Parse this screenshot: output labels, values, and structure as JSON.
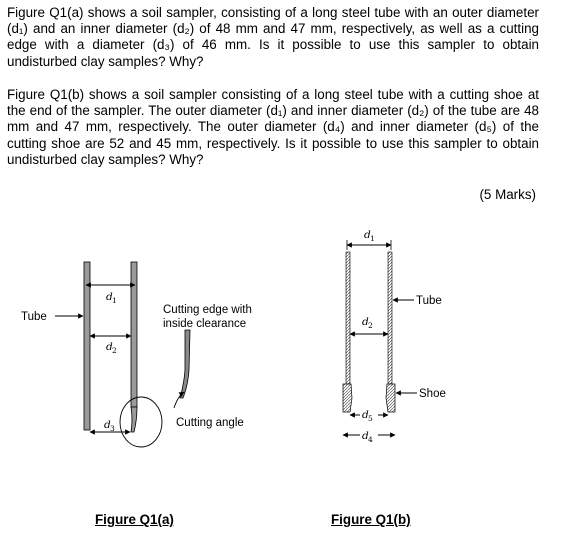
{
  "question": {
    "paragraph_1": "Figure Q1(a) shows a soil sampler, consisting of a long steel tube with an outer diameter (d₁) and an inner diameter (d₂) of 48 mm and 47 mm, respectively, as well as a cutting edge with a diameter (d₃) of 46 mm. Is it possible to use this sampler to obtain undisturbed clay samples? Why?",
    "paragraph_2": "Figure Q1(b) shows a soil sampler consisting of a long steel tube with a cutting shoe at the end of the sampler. The outer diameter (d₁) and inner diameter (d₂) of the tube are 48 mm and 47 mm, respectively. The outer diameter (d₄) and inner diameter (d₅) of the cutting shoe are 52 and 45 mm, respectively. Is it possible to use this sampler to obtain undisturbed clay samples? Why?",
    "marks": "(5 Marks)"
  },
  "figure_a": {
    "caption": "Figure Q1(a)",
    "tube_label": "Tube",
    "cutting_edge_label_line1": "Cutting edge with",
    "cutting_edge_label_line2": "inside clearance",
    "cutting_angle_label": "Cutting angle",
    "d1_symbol": "d",
    "d1_sub": "1",
    "d2_symbol": "d",
    "d2_sub": "2",
    "d3_symbol": "d",
    "d3_sub": "3"
  },
  "figure_b": {
    "caption": "Figure Q1(b)",
    "tube_label": "Tube",
    "shoe_label": "Shoe",
    "d1_symbol": "d",
    "d1_sub": "1",
    "d2_symbol": "d",
    "d2_sub": "2",
    "d4_symbol": "d",
    "d4_sub": "4",
    "d5_symbol": "d",
    "d5_sub": "5"
  }
}
